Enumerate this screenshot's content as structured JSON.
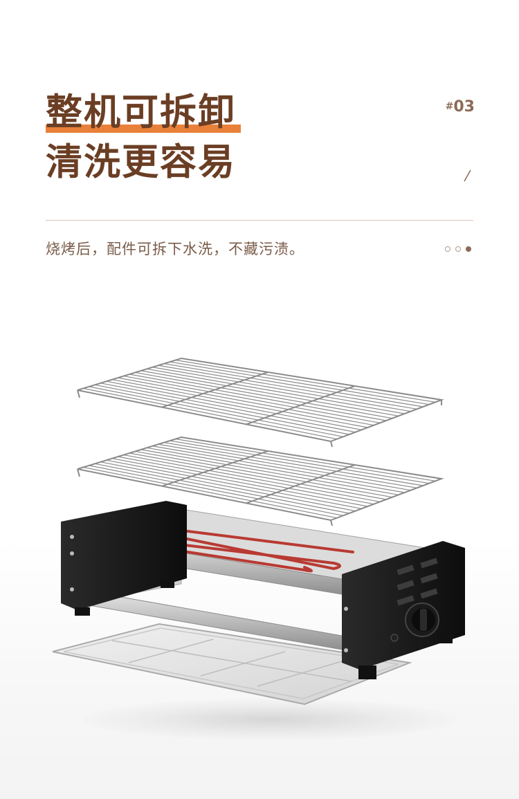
{
  "header": {
    "title_line1": "整机可拆卸",
    "title_line2": "清洗更容易",
    "badge_hash": "#",
    "badge_number": "03"
  },
  "subtitle": "烧烤后，配件可拆下水洗，不藏污渍。",
  "pager": {
    "total": 3,
    "active_index": 3
  },
  "colors": {
    "title": "#6b3e24",
    "highlight": "#e9813a",
    "subtitle": "#7a5b49",
    "badge": "#8c6a58",
    "divider": "#d7c8bd"
  },
  "product_image": {
    "subject": "exploded-grill",
    "parts": [
      "upper-wire-rack",
      "lower-wire-rack",
      "heating-element",
      "grill-frame",
      "control-knob",
      "drip-tray"
    ]
  }
}
